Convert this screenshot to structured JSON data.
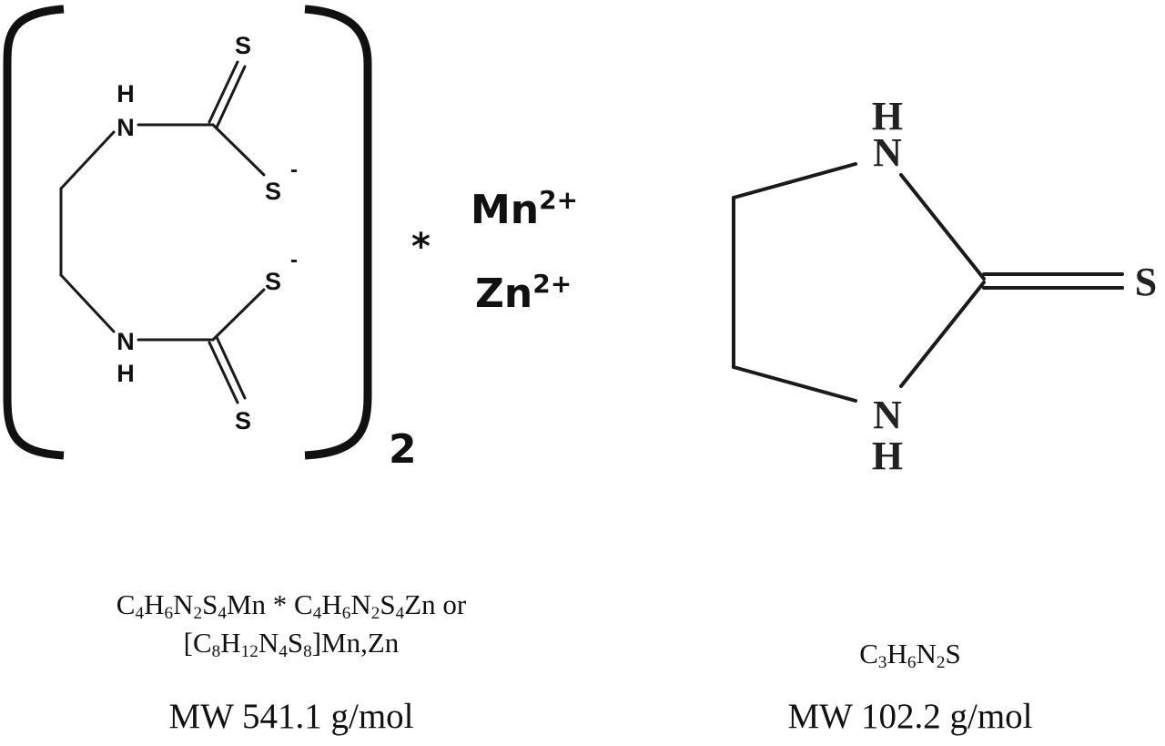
{
  "left_structure": {
    "atoms": {
      "s_top": "S",
      "h_top": "H",
      "n_top": "N",
      "s_minus_top": "S",
      "s_minus_bottom": "S",
      "n_bottom": "N",
      "h_bottom": "H",
      "s_bottom": "S",
      "minus_sign": "-"
    },
    "multiplier": "2",
    "asterisk": "*",
    "ions": {
      "mn_symbol": "Mn",
      "mn_charge": "2+",
      "zn_symbol": "Zn",
      "zn_charge": "2+"
    },
    "formula_line1_segments": [
      "C",
      "4",
      "H",
      "6",
      "N",
      "2",
      "S",
      "4",
      "Mn * C",
      "4",
      "H",
      "6",
      "N",
      "2",
      "S",
      "4",
      "Zn or"
    ],
    "formula_line2_segments": [
      "[C",
      "8",
      "H",
      "12",
      "N",
      "4",
      "S",
      "8",
      "]Mn,Zn"
    ],
    "molecular_weight": "MW 541.1 g/mol"
  },
  "right_structure": {
    "atoms": {
      "h_top": "H",
      "n_top": "N",
      "s_thione": "S",
      "n_bottom": "N",
      "h_bottom": "H"
    },
    "formula_segments": [
      "C",
      "3",
      "H",
      "6",
      "N",
      "2",
      "S"
    ],
    "molecular_weight": "MW 102.2 g/mol"
  }
}
